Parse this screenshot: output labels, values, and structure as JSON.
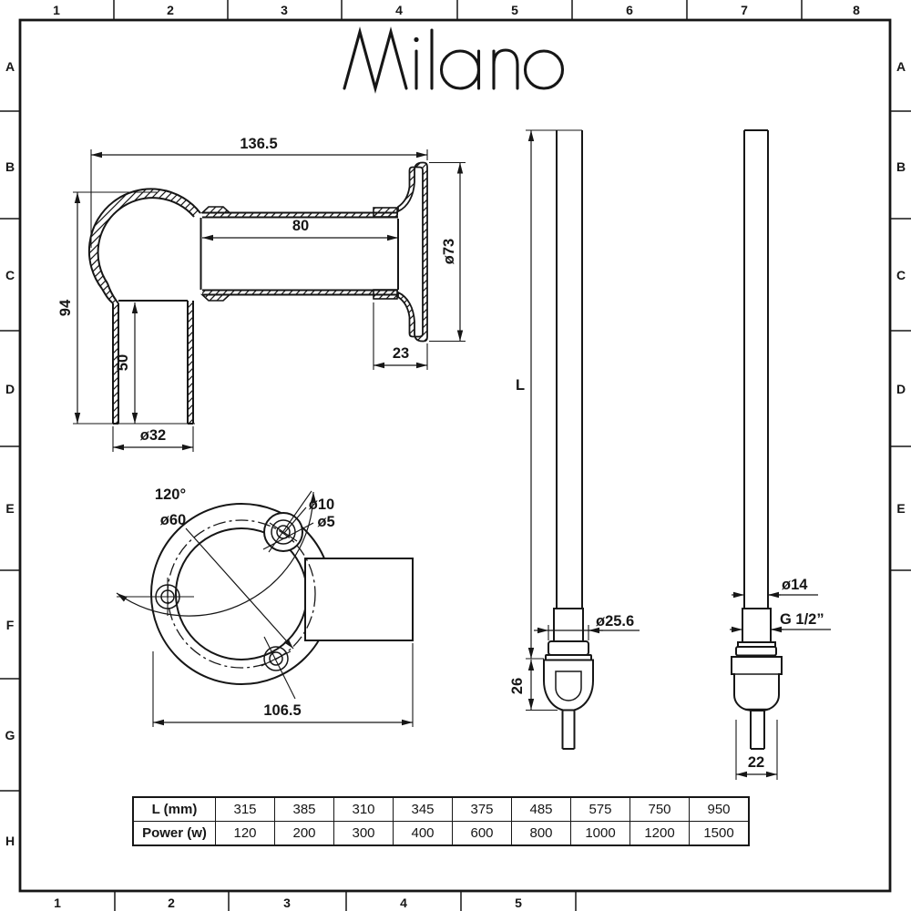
{
  "logo": {
    "text": "Milano"
  },
  "colors": {
    "line": "#161616",
    "background": "#ffffff"
  },
  "grid_ref": {
    "top": [
      "1",
      "2",
      "3",
      "4",
      "5",
      "6",
      "7",
      "8"
    ],
    "bottom": [
      "1",
      "2",
      "3",
      "4",
      "5"
    ],
    "left": [
      "A",
      "B",
      "C",
      "D",
      "E",
      "F",
      "G",
      "H"
    ],
    "right": [
      "A",
      "B",
      "C",
      "D",
      "E"
    ]
  },
  "section_view": {
    "overall_width": "136.5",
    "tube_length": "80",
    "flange_diameter": "ø73",
    "flange_depth": "23",
    "overall_height": "94",
    "pipe_length": "50",
    "pipe_diameter": "ø32"
  },
  "face_view": {
    "hole_angle": "120°",
    "bolt_circle_diameter": "ø60",
    "hole_outer_diameter": "ø10",
    "hole_inner_diameter": "ø5",
    "overall_width": "106.5"
  },
  "element_view": {
    "length_label": "L",
    "nut_diameter": "ø25.6",
    "head_height": "26",
    "rod_diameter": "ø14",
    "thread_size": "G 1/2”",
    "cap_width": "22"
  },
  "spec_table": {
    "rows": [
      {
        "label": "L (mm)",
        "values": [
          "315",
          "385",
          "310",
          "345",
          "375",
          "485",
          "575",
          "750",
          "950"
        ]
      },
      {
        "label": "Power (w)",
        "values": [
          "120",
          "200",
          "300",
          "400",
          "600",
          "800",
          "1000",
          "1200",
          "1500"
        ]
      }
    ]
  }
}
